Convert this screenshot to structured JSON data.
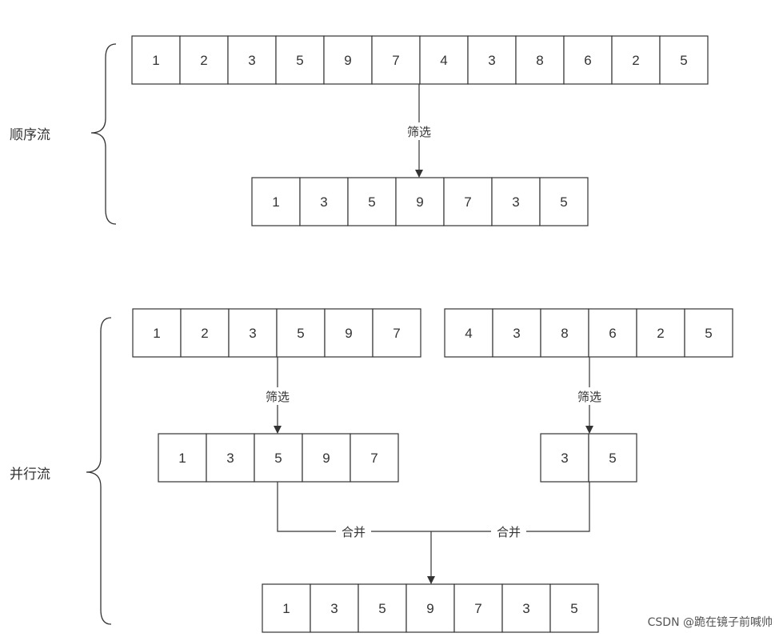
{
  "sequential": {
    "label": "顺序流",
    "source": [
      "1",
      "2",
      "3",
      "5",
      "9",
      "7",
      "4",
      "3",
      "8",
      "6",
      "2",
      "5"
    ],
    "filter_label": "筛选",
    "result": [
      "1",
      "3",
      "5",
      "9",
      "7",
      "3",
      "5"
    ]
  },
  "parallel": {
    "label": "并行流",
    "left_source": [
      "1",
      "2",
      "3",
      "5",
      "9",
      "7"
    ],
    "right_source": [
      "4",
      "3",
      "8",
      "6",
      "2",
      "5"
    ],
    "left_filter_label": "筛选",
    "right_filter_label": "筛选",
    "left_result": [
      "1",
      "3",
      "5",
      "9",
      "7"
    ],
    "right_result": [
      "3",
      "5"
    ],
    "left_merge_label": "合并",
    "right_merge_label": "合并",
    "merged": [
      "1",
      "3",
      "5",
      "9",
      "7",
      "3",
      "5"
    ]
  },
  "watermark": "CSDN @跪在镜子前喊帅",
  "colors": {
    "stroke": "#333333",
    "background": "#ffffff"
  }
}
